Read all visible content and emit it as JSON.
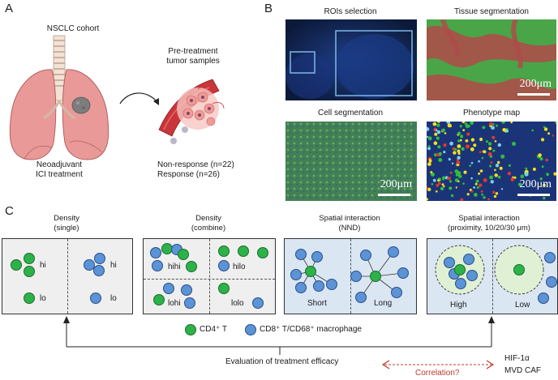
{
  "panel_a": {
    "letter": "A",
    "cohort_title": "NSCLC cohort",
    "samples_title_line1": "Pre-treatment",
    "samples_title_line2": "tumor samples",
    "treatment_line1": "Neoadjuvant",
    "treatment_line2": "ICI treatment",
    "nonresponse": "Non-response (n=22)",
    "response": "Response (n=26)"
  },
  "panel_b": {
    "letter": "B",
    "images": [
      {
        "title": "ROIs selection",
        "scale": ""
      },
      {
        "title": "Tissue segmentation",
        "scale": "200μm"
      },
      {
        "title": "Cell segmentation",
        "scale": "200μm"
      },
      {
        "title": "Phenotype map",
        "scale": "200μm"
      }
    ]
  },
  "panel_c": {
    "letter": "C",
    "boxes": [
      {
        "title1": "Density",
        "title2": "(single)",
        "labels": [
          "hi",
          "hi",
          "lo",
          "lo"
        ]
      },
      {
        "title1": "Density",
        "title2": "(combine)",
        "labels": [
          "hihi",
          "hilo",
          "lohi",
          "lolo"
        ]
      },
      {
        "title1": "Spatial interaction",
        "title2": "(NND)",
        "labels": [
          "Short",
          "Long"
        ]
      },
      {
        "title1": "Spatial interaction",
        "title2": "(proximity, 10/20/30 μm)",
        "labels": [
          "High",
          "Low"
        ]
      }
    ],
    "legend_green": "CD4⁺ T",
    "legend_blue": "CD8⁺ T/CD68⁺ macrophage",
    "evaluation": "Evaluation of treatment efficacy",
    "correlation": "Correlation?",
    "hif": "HIF-1α",
    "mvd": "MVD CAF"
  },
  "colors": {
    "green_cell": "#2db24a",
    "blue_cell": "#5b93d6",
    "box_fill_gray": "#efefef",
    "box_fill_blue": "#dbe6f3",
    "correlation_red": "#c0392b"
  }
}
